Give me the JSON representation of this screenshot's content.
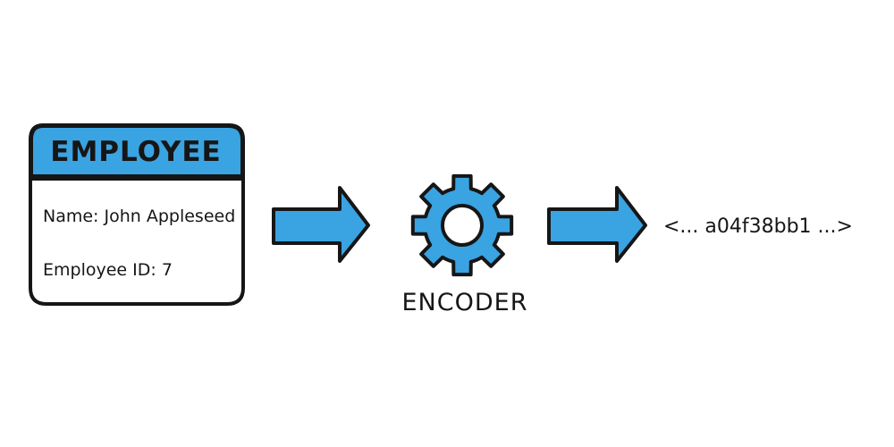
{
  "employee_card": {
    "title": "EMPLOYEE",
    "name_line": "Name: John Appleseed",
    "id_line": "Employee ID: 7"
  },
  "encoder": {
    "label": "ENCODER",
    "icon": "gear-icon"
  },
  "output": {
    "text": "<... a04f38bb1 ...>"
  },
  "colors": {
    "accent": "#3aa3e2",
    "outline": "#161616",
    "background": "#ffffff"
  }
}
